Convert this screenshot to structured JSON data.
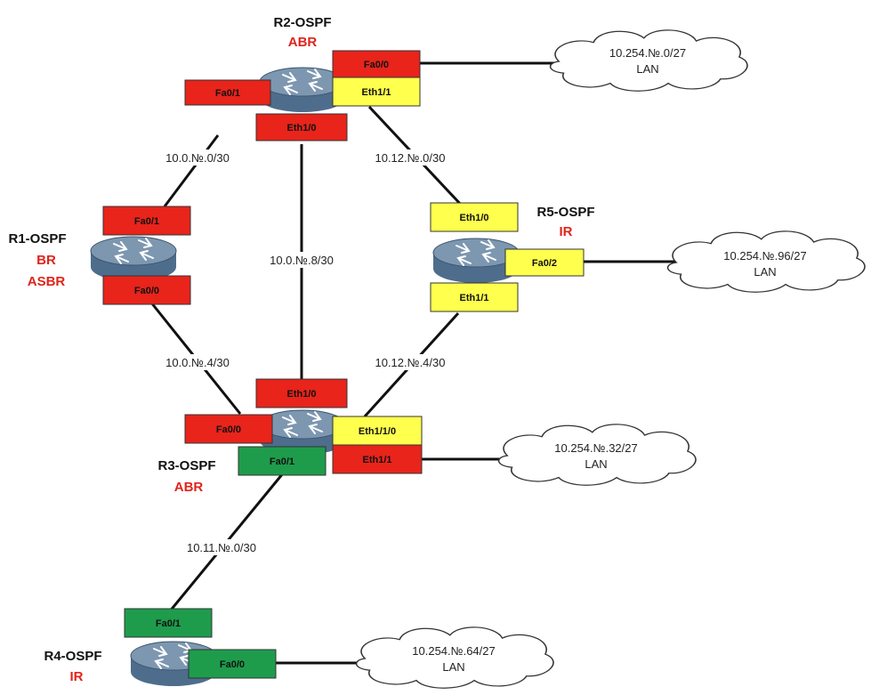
{
  "colors": {
    "red": "#e8241b",
    "yellow": "#ffff4d",
    "green": "#1e9c4c",
    "role_text": "#e0241b"
  },
  "routers": {
    "r1": {
      "name": "R1-OSPF",
      "roles": [
        "BR",
        "ASBR"
      ]
    },
    "r2": {
      "name": "R2-OSPF",
      "roles": [
        "ABR"
      ]
    },
    "r3": {
      "name": "R3-OSPF",
      "roles": [
        "ABR"
      ]
    },
    "r4": {
      "name": "R4-OSPF",
      "roles": [
        "IR"
      ]
    },
    "r5": {
      "name": "R5-OSPF",
      "roles": [
        "IR"
      ]
    }
  },
  "interfaces": {
    "r2_fa01": {
      "label": "Fa0/1",
      "color": "red"
    },
    "r2_fa00": {
      "label": "Fa0/0",
      "color": "red"
    },
    "r2_eth11": {
      "label": "Eth1/1",
      "color": "yellow"
    },
    "r2_eth10": {
      "label": "Eth1/0",
      "color": "red"
    },
    "r1_fa01": {
      "label": "Fa0/1",
      "color": "red"
    },
    "r1_fa00": {
      "label": "Fa0/0",
      "color": "red"
    },
    "r5_eth10": {
      "label": "Eth1/0",
      "color": "yellow"
    },
    "r5_fa02": {
      "label": "Fa0/2",
      "color": "yellow"
    },
    "r5_eth11": {
      "label": "Eth1/1",
      "color": "yellow"
    },
    "r3_eth10": {
      "label": "Eth1/0",
      "color": "red"
    },
    "r3_fa00": {
      "label": "Fa0/0",
      "color": "red"
    },
    "r3_eth110": {
      "label": "Eth1/1/0",
      "color": "yellow"
    },
    "r3_fa01": {
      "label": "Fa0/1",
      "color": "green"
    },
    "r3_eth11": {
      "label": "Eth1/1",
      "color": "red"
    },
    "r4_fa01": {
      "label": "Fa0/1",
      "color": "green"
    },
    "r4_fa00": {
      "label": "Fa0/0",
      "color": "green"
    }
  },
  "networks": {
    "r1_r2": "10.0.№.0/30",
    "r2_r3": "10.0.№.8/30",
    "r2_r5": "10.12.№.0/30",
    "r1_r3": "10.0.№.4/30",
    "r3_r5": "10.12.№.4/30",
    "r3_r4": "10.11.№.0/30"
  },
  "lans": {
    "r2": {
      "subnet": "10.254.№.0/27",
      "label": "LAN"
    },
    "r5": {
      "subnet": "10.254.№.96/27",
      "label": "LAN"
    },
    "r3": {
      "subnet": "10.254.№.32/27",
      "label": "LAN"
    },
    "r4": {
      "subnet": "10.254.№.64/27",
      "label": "LAN"
    }
  },
  "icons": {
    "router": "router-icon",
    "cloud": "cloud-icon"
  }
}
